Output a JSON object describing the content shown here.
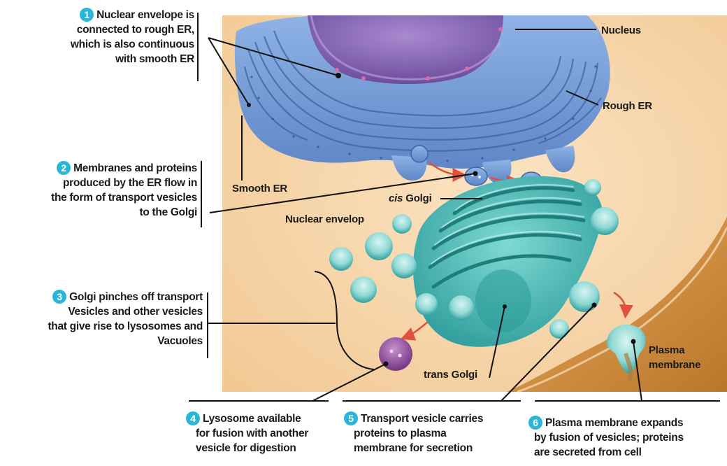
{
  "steps": [
    {
      "num": "1",
      "lines": [
        "Nuclear envelope is",
        "connected  to rough ER,",
        "which is also continuous",
        "with smooth ER"
      ]
    },
    {
      "num": "2",
      "lines": [
        "Membranes and proteins",
        "produced by the ER flow in",
        "the form of transport vesicles",
        "to the Golgi"
      ]
    },
    {
      "num": "3",
      "lines": [
        "Golgi pinches off transport",
        "Vesicles and other vesicles",
        "that give rise to lysosomes and",
        "Vacuoles"
      ]
    },
    {
      "num": "4",
      "lines": [
        "Lysosome available",
        "for fusion with another",
        "vesicle for digestion"
      ]
    },
    {
      "num": "5",
      "lines": [
        "Transport vesicle carries",
        "proteins to plasma",
        "membrane for secretion"
      ]
    },
    {
      "num": "6",
      "lines": [
        "Plasma membrane expands",
        "by fusion of vesicles; proteins",
        "are secreted from cell"
      ]
    }
  ],
  "labels": {
    "nucleus": "Nucleus",
    "rough_er": "Rough ER",
    "smooth_er": "Smooth ER",
    "cis_golgi_italic": "cis",
    "cis_golgi_rest": " Golgi",
    "nuclear_envelop": "Nuclear envelop",
    "trans_golgi": "trans Golgi",
    "plasma_membrane_1": "Plasma",
    "plasma_membrane_2": "membrane"
  },
  "colors": {
    "cytoplasm": "#f6d3a8",
    "er": "#7aa3dc",
    "nucleus": "#8e6bb8",
    "golgi": "#3fb3b0",
    "lysosome": "#9a4fa6",
    "membrane": "#d4913f",
    "step_badge": "#29b6d9",
    "arrow": "#e0503c"
  }
}
